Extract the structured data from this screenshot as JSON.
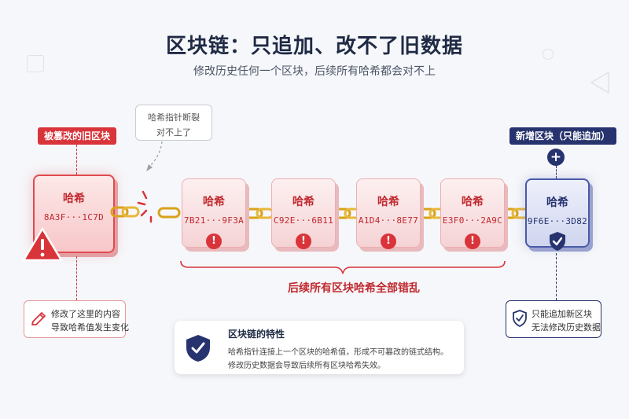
{
  "header": {
    "title": "区块链：只追加、改不了旧数据",
    "subtitle": "修改历史任何一个区块，后续所有哈希都会对不上"
  },
  "old_block": {
    "tag": "被篡改的旧区块",
    "label": "哈希",
    "hash": "8A3F···1C7D",
    "note_line1": "修改了这里的内容",
    "note_line2": "导致哈希值发生变化"
  },
  "broken_link": {
    "line1": "哈希指针断裂",
    "line2": "对不上了"
  },
  "affected_blocks": [
    {
      "label": "哈希",
      "hash": "7B21···9F3A"
    },
    {
      "label": "哈希",
      "hash": "C92E···6B11"
    },
    {
      "label": "哈希",
      "hash": "A1D4···8E77"
    },
    {
      "label": "哈希",
      "hash": "E3F0···2A9C"
    }
  ],
  "affected_caption": "后续所有区块哈希全部错乱",
  "new_block": {
    "tag": "新增区块（只能追加）",
    "label": "哈希",
    "hash": "9F6E···3D82",
    "note_line1": "只能追加新区块",
    "note_line2": "无法修改历史数据"
  },
  "info_box": {
    "title": "区块链的特性",
    "line1": "哈希指针连接上一个区块的哈希值，形成不可篡改的链式结构。",
    "line2": "修改历史数据会导致后续所有区块哈希失效。"
  },
  "colors": {
    "red": "#d8343a",
    "navy": "#26336e",
    "chain": "#d9a21b"
  }
}
